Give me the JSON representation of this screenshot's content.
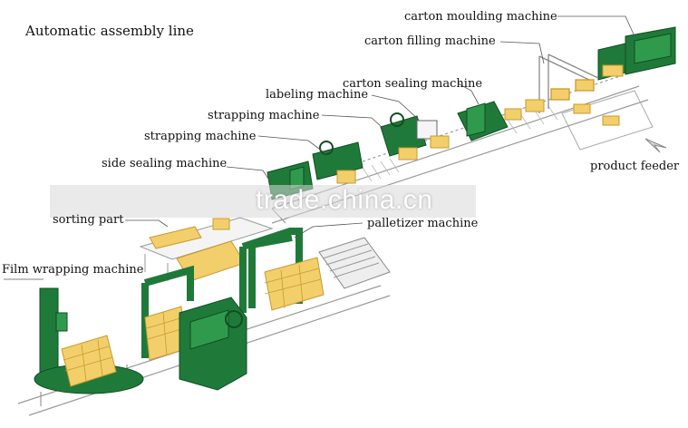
{
  "title": "Automatic assembly line",
  "labels": {
    "carton_moulding": "carton moulding machine",
    "carton_filling": "carton filling machine",
    "carton_sealing": "carton sealing machine",
    "labeling": "labeling machine",
    "strapping_1": "strapping machine",
    "strapping_2": "strapping machine",
    "side_sealing": "side sealing machine",
    "product_feeder": "product feeder",
    "sorting_part": "sorting part",
    "palletizer": "palletizer machine",
    "film_wrapping": "Film wrapping machine"
  },
  "watermark": "trade.china.cn",
  "colors": {
    "machine_green": "#1f7a3a",
    "machine_dark": "#0f4f22",
    "carton": "#f2cf6a",
    "carton_shade": "#c99a2e",
    "frame": "#9a9a9a",
    "leader": "#555555"
  }
}
